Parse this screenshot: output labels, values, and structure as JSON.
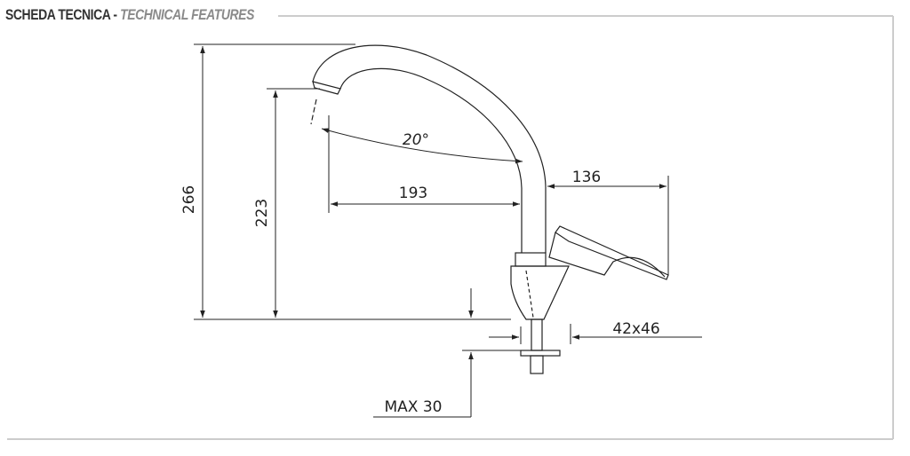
{
  "header": {
    "title": "SCHEDA TECNICA -",
    "subtitle": "TECHNICAL FEATURES"
  },
  "dimensions": {
    "total_height": "266",
    "spout_height": "223",
    "angle": "20°",
    "spout_reach": "193",
    "lever_reach": "136",
    "base_size": "42x46",
    "max_deck": "MAX 30"
  },
  "colors": {
    "line": "#222222",
    "frame": "#cccccc",
    "title_dark": "#333333",
    "title_light": "#8a8a8a"
  }
}
